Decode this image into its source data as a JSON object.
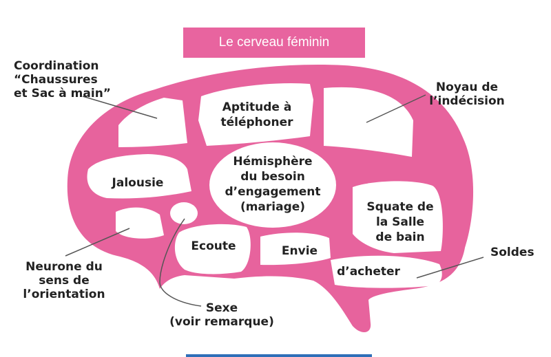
{
  "title": "Le cerveau féminin",
  "regions": {
    "aptitude": "Aptitude à\ntéléphoner",
    "hemisphere": "Hémisphère\ndu besoin\nd’engagement\n(mariage)",
    "jalousie": "Jalousie",
    "squate": "Squate de\nla Salle\nde bain",
    "ecoute": "Ecoute",
    "envie": "Envie",
    "acheter": "d’acheter"
  },
  "callouts": {
    "coordination": "Coordination\n“Chaussures\net Sac à main”",
    "noyau": "Noyau de\nl’indécision",
    "neurone": "Neurone du\nsens de\nl’orientation",
    "sexe": "Sexe\n(voir remarque)",
    "soldes": "Soldes"
  },
  "colors": {
    "brain": "#e7639d",
    "banner": "#e8649f",
    "text": "#222222"
  }
}
